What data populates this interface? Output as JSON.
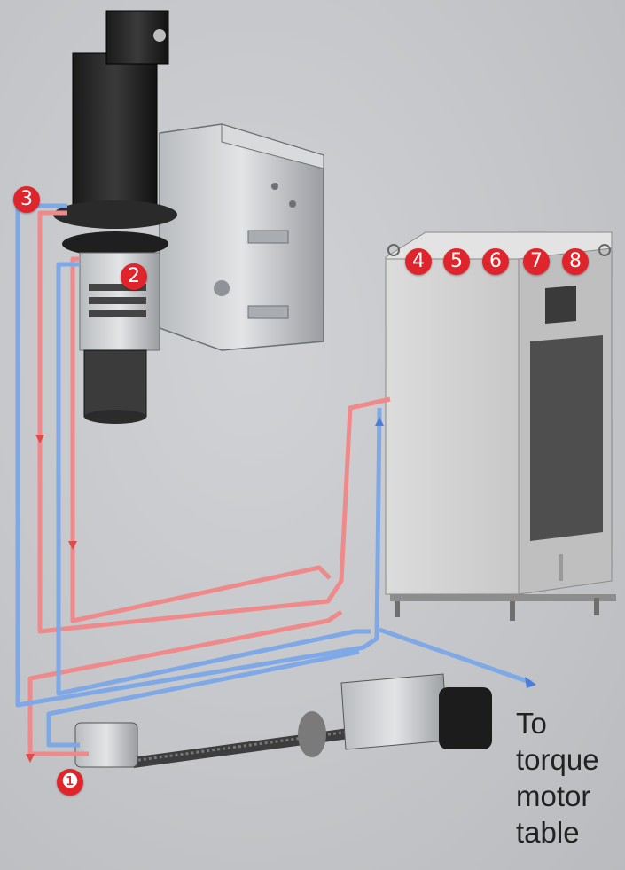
{
  "markers": {
    "m1": "❶",
    "m2": "2",
    "m3": "3",
    "m4": "4",
    "m5": "5",
    "m6": "6",
    "m7": "7",
    "m8": "8"
  },
  "note": {
    "line1": "To",
    "line2": "torque",
    "line3": "motor",
    "line4": "table"
  },
  "colors": {
    "supply_line": "#f08a8a",
    "return_line": "#7fa8e6",
    "marker": "#e0242b",
    "background": "#c4c6c9"
  },
  "icons": {
    "spindle": "spindle-head-icon",
    "chiller": "oil-chiller-unit-icon",
    "ballscrew": "ball-screw-assembly-icon"
  }
}
